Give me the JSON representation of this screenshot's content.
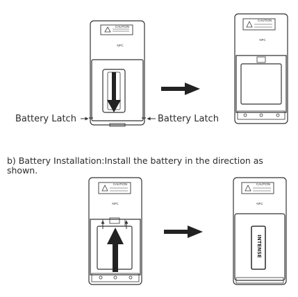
{
  "figure_a": {
    "latch_left_label": "Battery Latch",
    "latch_right_label": "Battery Latch",
    "caution_text": "CAUTION",
    "nfc_text": "NFC"
  },
  "section_b": {
    "caption": "b) Battery Installation:Install the battery in the direction as shown.",
    "caution_text": "CAUTION",
    "nfc_text": "NFC",
    "battery_brand": "INTENSE"
  },
  "colors": {
    "stroke": "#333333",
    "arrow": "#2a2a2a",
    "background": "#ffffff"
  }
}
